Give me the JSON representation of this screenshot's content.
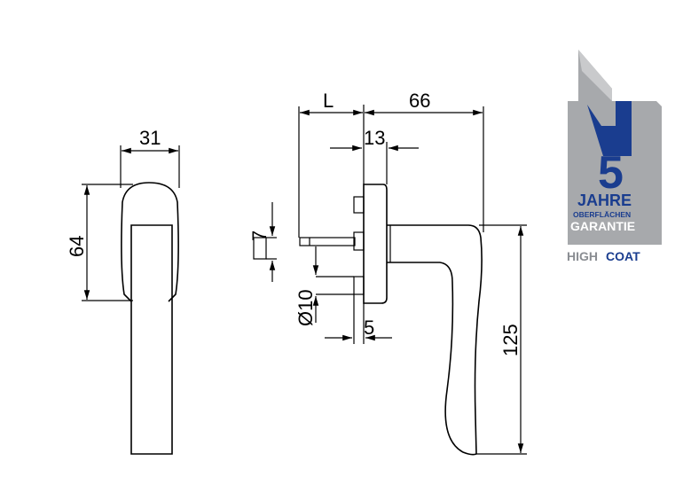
{
  "dimensions": {
    "width_31": "31",
    "height_64": "64",
    "length_L": "L",
    "depth_66": "66",
    "rosette_13": "13",
    "square_7": "7",
    "dia_10": "Ø10",
    "offset_5": "5",
    "height_125": "125"
  },
  "badge": {
    "number": "5",
    "line1": "JAHRE",
    "line2": "OBERFLÄCHEN",
    "line3": "GARANTIE",
    "brand_high": "HIGH",
    "brand_coat": "COAT",
    "colors": {
      "navy": "#1a3d8f",
      "gray": "#a7a9ac",
      "light_gray": "#c9cacc"
    }
  }
}
